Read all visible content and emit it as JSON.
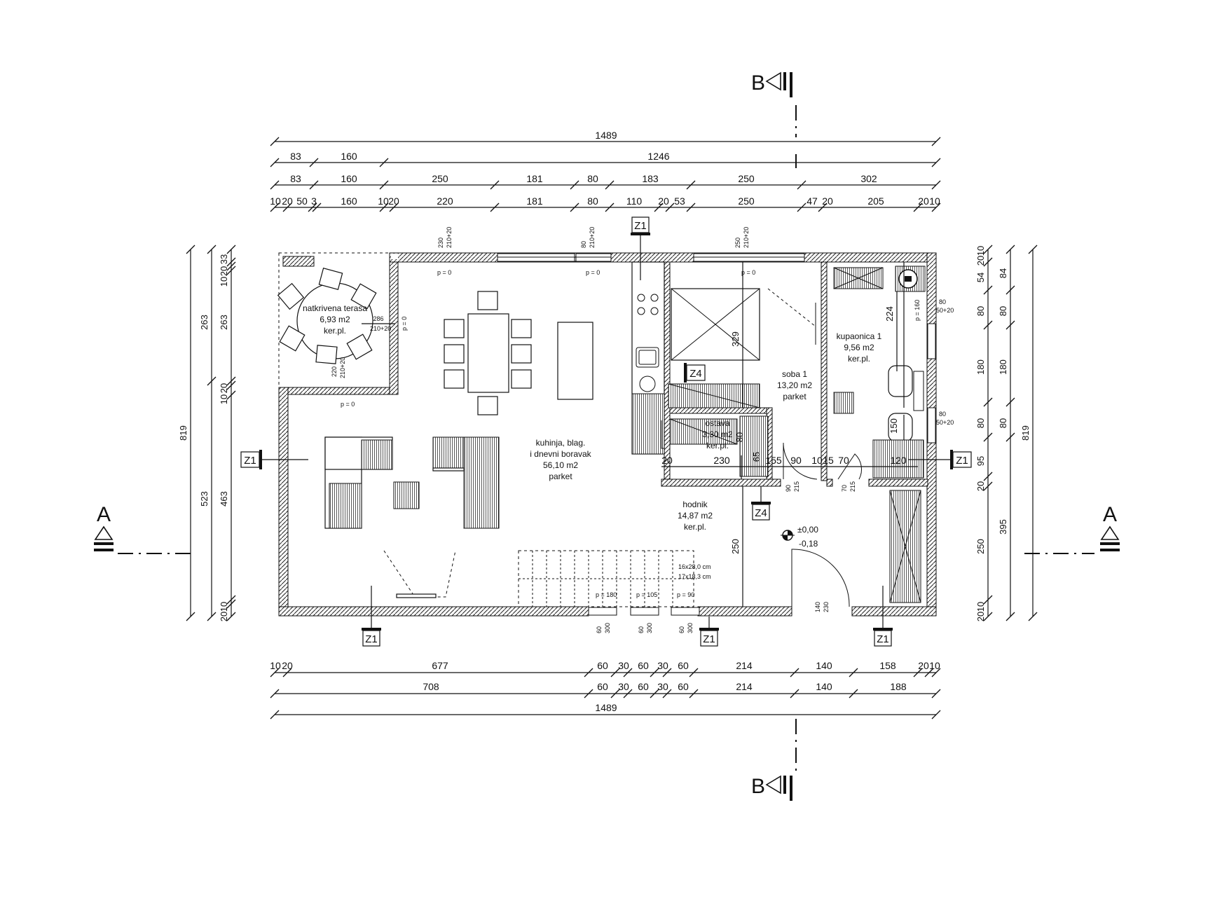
{
  "sections": {
    "a": "A",
    "b": "B"
  },
  "dims_top": {
    "row1": [
      "1489"
    ],
    "row2": [
      "83",
      "160",
      "1246"
    ],
    "row3": [
      "83",
      "160",
      "250",
      "181",
      "80",
      "183",
      "250",
      "302"
    ],
    "row4": [
      "10",
      "20",
      "50",
      "3",
      "160",
      "10",
      "20",
      "220",
      "181",
      "80",
      "110",
      "20",
      "53",
      "250",
      "47",
      "20",
      "205",
      "20",
      "10"
    ]
  },
  "dims_bottom": {
    "row1": [
      "10",
      "20",
      "677",
      "60",
      "30",
      "60",
      "30",
      "60",
      "214",
      "140",
      "158",
      "20",
      "10"
    ],
    "row2": [
      "708",
      "60",
      "30",
      "60",
      "30",
      "60",
      "214",
      "140",
      "188"
    ],
    "row3": [
      "1489"
    ]
  },
  "dims_left": {
    "outer": [
      "819"
    ],
    "mid": [
      "263",
      "523"
    ],
    "inner": [
      "33",
      "20",
      "10",
      "263",
      "20",
      "10",
      "463",
      "10",
      "20"
    ]
  },
  "dims_right": {
    "outer": [
      "819"
    ],
    "mid": [
      "84",
      "80",
      "180",
      "80",
      "395"
    ],
    "inner": [
      "20",
      "10",
      "54",
      "80",
      "180",
      "80",
      "95",
      "20",
      "250",
      "10",
      "20"
    ]
  },
  "rooms": {
    "terrace": {
      "name": "natkrivena terasa",
      "area": "6,93 m2",
      "floor": "ker.pl."
    },
    "living": {
      "line1": "kuhinja, blag.",
      "line2": "i dnevni boravak",
      "area": "56,10 m2",
      "floor": "parket"
    },
    "bedroom": {
      "name": "soba 1",
      "area": "13,20 m2",
      "floor": "parket"
    },
    "bathroom": {
      "name": "kupaonica 1",
      "area": "9,56 m2",
      "floor": "ker.pl."
    },
    "storage": {
      "name": "ostava",
      "area": "3,30 m2",
      "floor": "ker.pl."
    },
    "hall": {
      "name": "hodnik",
      "area": "14,87 m2",
      "floor": "ker.pl."
    }
  },
  "tags": {
    "z1": "Z1",
    "z4": "Z4"
  },
  "level": {
    "zero": "±0,00",
    "minus": "-0,18"
  },
  "stairs": {
    "line1": "16x28,0 cm",
    "line2": "17x18,3 cm"
  },
  "interior": {
    "d230": "230",
    "d65": "65",
    "d20": "20",
    "d155": "155",
    "d90": "90",
    "d10": "10",
    "d15": "15",
    "d70": "70",
    "d120": "120",
    "d329": "329",
    "d250": "250",
    "d224": "224",
    "d286": "286",
    "d150": "150",
    "d80": "80",
    "d80b": "80",
    "d80c": "80"
  },
  "openings": {
    "w230": "230",
    "w210_20": "210+20",
    "w80": "80",
    "w250": "250",
    "p0": "p = 0",
    "w50_20": "50+20",
    "w90": "90",
    "w215": "215",
    "w70": "70",
    "w140": "140",
    "w230b": "230",
    "p180": "p = 180",
    "p105": "p = 105",
    "p90": "p = 90",
    "w60": "60",
    "w300": "300",
    "w160": "p = 160",
    "w286": "286",
    "w270_20": "210+20",
    "w220": "220"
  }
}
